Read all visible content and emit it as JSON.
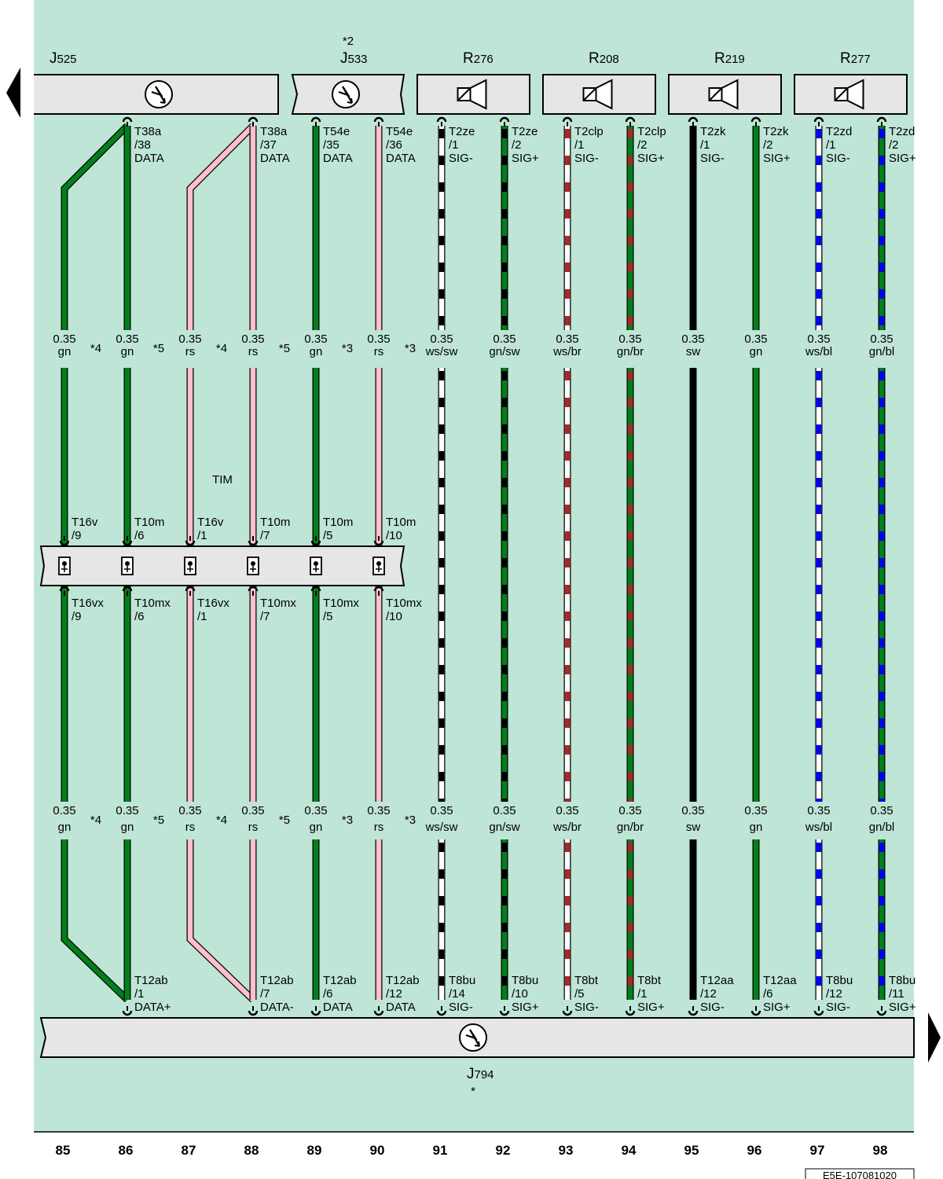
{
  "colors": {
    "background": "#bfe5d6",
    "box_fill": "#e6e6e6",
    "gn": "#00801a",
    "rs": "#ffc0cb",
    "ws": "#ffffff",
    "sw": "#000000",
    "br": "#a52a2a",
    "bl": "#0000ff"
  },
  "components": [
    {
      "id": "c1",
      "name": "J",
      "sub": "525",
      "symbol": "ecu-icon"
    },
    {
      "id": "c2",
      "name": "J",
      "sub": "533",
      "note": "*2",
      "symbol": "ecu-icon"
    },
    {
      "id": "c3",
      "name": "R",
      "sub": "276",
      "symbol": "speaker-icon"
    },
    {
      "id": "c4",
      "name": "R",
      "sub": "208",
      "symbol": "speaker-icon"
    },
    {
      "id": "c5",
      "name": "R",
      "sub": "219",
      "symbol": "speaker-icon"
    },
    {
      "id": "c6",
      "name": "R",
      "sub": "277",
      "symbol": "speaker-icon"
    },
    {
      "id": "c7",
      "name": "J",
      "sub": "794",
      "note": "*",
      "symbol": "ecu-icon"
    }
  ],
  "junction_label": "TIM",
  "doc_code": "E5E-107081020",
  "wires": [
    {
      "col": "85",
      "size": "0.35",
      "color": "gn",
      "note": "*4",
      "top": null,
      "tim_top": [
        "T16v",
        "/9"
      ],
      "tim_bottom": [
        "T16vx",
        "/9"
      ],
      "bottom": null
    },
    {
      "col": "86",
      "size": "0.35",
      "color": "gn",
      "note": "*5",
      "top": [
        "T38a",
        "/38",
        "DATA"
      ],
      "tim_top": [
        "T10m",
        "/6"
      ],
      "tim_bottom": [
        "T10mx",
        "/6"
      ],
      "bottom": [
        "T12ab",
        "/1",
        "DATA+"
      ]
    },
    {
      "col": "87",
      "size": "0.35",
      "color": "rs",
      "note": "*4",
      "top": null,
      "tim_top": [
        "T16v",
        "/1"
      ],
      "tim_bottom": [
        "T16vx",
        "/1"
      ],
      "bottom": null
    },
    {
      "col": "88",
      "size": "0.35",
      "color": "rs",
      "note": "*5",
      "top": [
        "T38a",
        "/37",
        "DATA"
      ],
      "tim_top": [
        "T10m",
        "/7"
      ],
      "tim_bottom": [
        "T10mx",
        "/7"
      ],
      "bottom": [
        "T12ab",
        "/7",
        "DATA-"
      ]
    },
    {
      "col": "89",
      "size": "0.35",
      "color": "gn",
      "note": "*3",
      "top": [
        "T54e",
        "/35",
        "DATA"
      ],
      "tim_top": [
        "T10m",
        "/5"
      ],
      "tim_bottom": [
        "T10mx",
        "/5"
      ],
      "bottom": [
        "T12ab",
        "/6",
        "DATA"
      ]
    },
    {
      "col": "90",
      "size": "0.35",
      "color": "rs",
      "note": "*3",
      "top": [
        "T54e",
        "/36",
        "DATA"
      ],
      "tim_top": [
        "T10m",
        "/10"
      ],
      "tim_bottom": [
        "T10mx",
        "/10"
      ],
      "bottom": [
        "T12ab",
        "/12",
        "DATA"
      ]
    },
    {
      "col": "91",
      "size": "0.35",
      "color": "ws/sw",
      "note": "",
      "top": [
        "T2ze",
        "/1",
        "SIG-"
      ],
      "tim_top": null,
      "tim_bottom": null,
      "bottom": [
        "T8bu",
        "/14",
        "SIG-"
      ]
    },
    {
      "col": "92",
      "size": "0.35",
      "color": "gn/sw",
      "note": "",
      "top": [
        "T2ze",
        "/2",
        "SIG+"
      ],
      "tim_top": null,
      "tim_bottom": null,
      "bottom": [
        "T8bu",
        "/10",
        "SIG+"
      ]
    },
    {
      "col": "93",
      "size": "0.35",
      "color": "ws/br",
      "note": "",
      "top": [
        "T2clp",
        "/1",
        "SIG-"
      ],
      "tim_top": null,
      "tim_bottom": null,
      "bottom": [
        "T8bt",
        "/5",
        "SIG-"
      ]
    },
    {
      "col": "94",
      "size": "0.35",
      "color": "gn/br",
      "note": "",
      "top": [
        "T2clp",
        "/2",
        "SIG+"
      ],
      "tim_top": null,
      "tim_bottom": null,
      "bottom": [
        "T8bt",
        "/1",
        "SIG+"
      ]
    },
    {
      "col": "95",
      "size": "0.35",
      "color": "sw",
      "note": "",
      "top": [
        "T2zk",
        "/1",
        "SIG-"
      ],
      "tim_top": null,
      "tim_bottom": null,
      "bottom": [
        "T12aa",
        "/12",
        "SIG-"
      ]
    },
    {
      "col": "96",
      "size": "0.35",
      "color": "gn",
      "note": "",
      "top": [
        "T2zk",
        "/2",
        "SIG+"
      ],
      "tim_top": null,
      "tim_bottom": null,
      "bottom": [
        "T12aa",
        "/6",
        "SIG+"
      ]
    },
    {
      "col": "97",
      "size": "0.35",
      "color": "ws/bl",
      "note": "",
      "top": [
        "T2zd",
        "/1",
        "SIG-"
      ],
      "tim_top": null,
      "tim_bottom": null,
      "bottom": [
        "T8bu",
        "/12",
        "SIG-"
      ]
    },
    {
      "col": "98",
      "size": "0.35",
      "color": "gn/bl",
      "note": "",
      "top": [
        "T2zd",
        "/2",
        "SIG+"
      ],
      "tim_top": null,
      "tim_bottom": null,
      "bottom": [
        "T8bu",
        "/11",
        "SIG+"
      ]
    }
  ]
}
